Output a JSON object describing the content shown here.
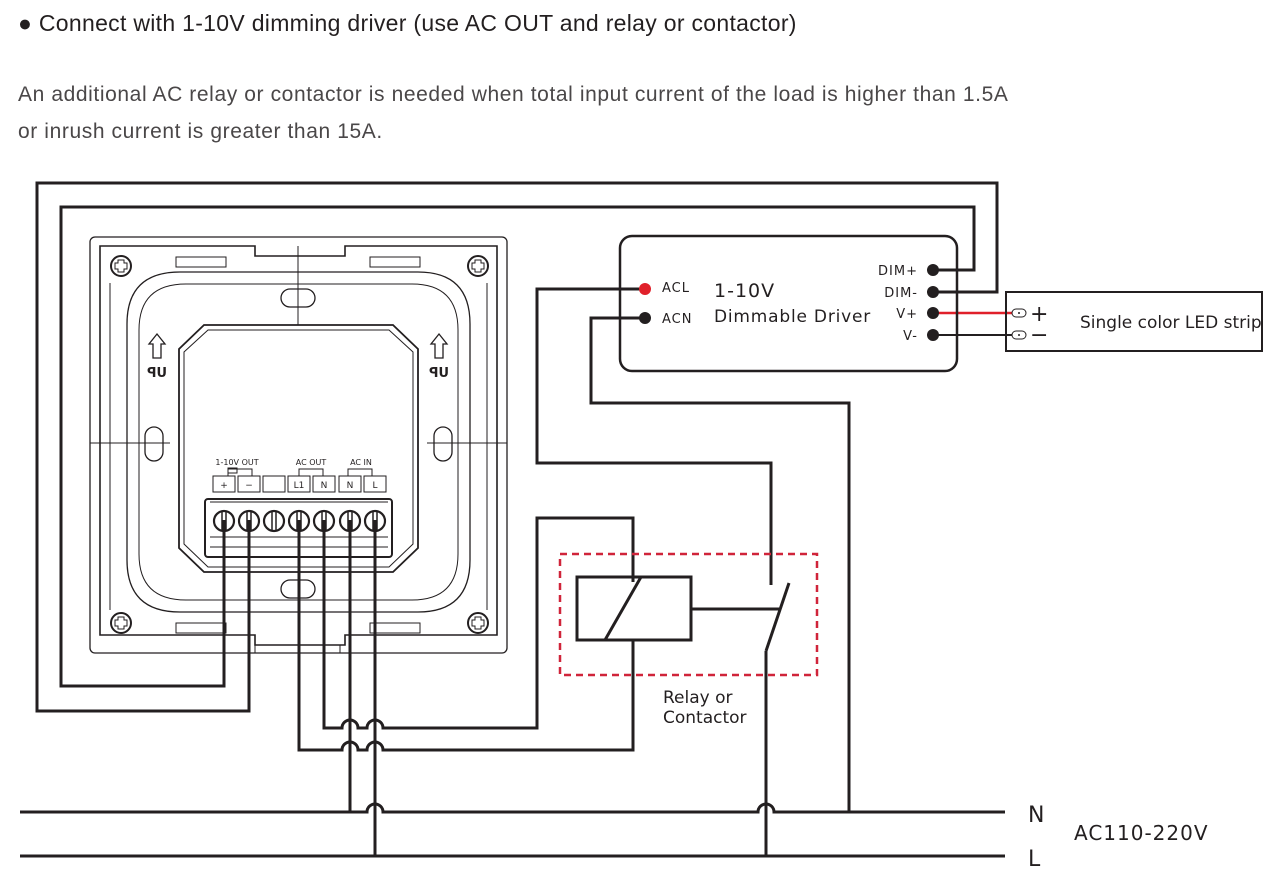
{
  "heading": "● Connect with 1-10V dimming driver (use AC OUT and relay or contactor)",
  "paragraph": {
    "line1": "An additional AC relay or contactor is needed when total input current of the load is higher than 1.5A",
    "line2": "or inrush current is greater than 15A."
  },
  "panel": {
    "up_label": "UP",
    "terminal_groups": {
      "dim_out": "1-10V OUT",
      "ac_out": "AC OUT",
      "ac_in": "AC IN"
    },
    "terminals": [
      "+",
      "−",
      "",
      "L1",
      "N",
      "N",
      "L"
    ]
  },
  "driver": {
    "title_line1": "1-10V",
    "title_line2": "Dimmable Driver",
    "left_pins": [
      "ACL",
      "ACN"
    ],
    "right_pins": [
      "DIM+",
      "DIM-",
      "V+",
      "V-"
    ]
  },
  "led_strip": {
    "label": "Single color LED strip",
    "plus": "+",
    "minus": "−"
  },
  "relay": {
    "label_line1": "Relay or",
    "label_line2": "Contactor"
  },
  "mains": {
    "neutral": "N",
    "live": "L",
    "voltage": "AC110-220V"
  },
  "colors": {
    "wire": "#231f20",
    "live_wire": "#e0202a",
    "relay_outline": "#d0243a"
  }
}
